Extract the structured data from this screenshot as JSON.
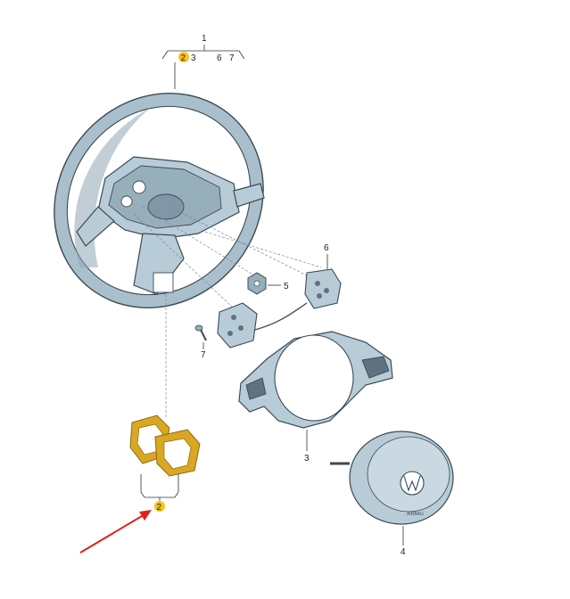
{
  "diagram": {
    "group_label": {
      "number": "1",
      "sub_items": [
        "2",
        "3",
        "6",
        "7"
      ]
    },
    "callouts": [
      {
        "id": "part-2-bottom",
        "number": "2"
      },
      {
        "id": "part-3",
        "number": "3"
      },
      {
        "id": "part-4",
        "number": "4"
      },
      {
        "id": "part-5",
        "number": "5"
      },
      {
        "id": "part-6",
        "number": "6"
      },
      {
        "id": "part-7",
        "number": "7"
      }
    ],
    "airbag_text": "AIRBAG",
    "colors": {
      "part_fill": "#b8ccd8",
      "part_dark": "#5f7280",
      "outline": "#3b4a55",
      "highlight_badge": "#f5c518",
      "trim_gold": "#d9a722",
      "pointer_arrow": "#e0201b"
    },
    "icons": [
      "vw-logo-icon",
      "red-arrow-icon"
    ]
  }
}
